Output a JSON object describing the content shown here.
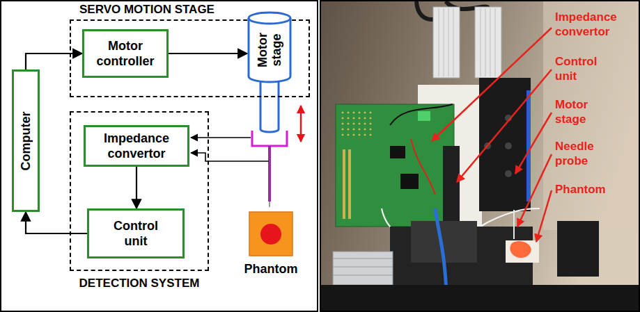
{
  "diagram": {
    "nodes": [
      {
        "text": [
          "SERVO MOTION STAGE"
        ]
      },
      {
        "text": [
          "Motor controller"
        ],
        "in": 0
      },
      {
        "text": [
          "Motor stage"
        ],
        "in": 0
      },
      {
        "text": [
          "Computer"
        ]
      },
      {
        "text": [
          "DETECTION SYSTEM"
        ]
      },
      {
        "text": [
          "Impedance convertor"
        ],
        "in": 4
      },
      {
        "text": [
          "Control unit"
        ],
        "in": 4
      },
      {
        "text": [
          "Phantom"
        ]
      }
    ],
    "edges": [
      {
        "from": 3,
        "to": 1,
        "arrow": "to"
      },
      {
        "from": 1,
        "to": 2,
        "arrow": "to"
      },
      {
        "from": 5,
        "to": 6,
        "arrow": "to"
      },
      {
        "from": 6,
        "to": 3,
        "arrow": "to"
      }
    ],
    "labels": [
      "Impedance convertor",
      "Control unit",
      "Motor stage",
      "Needle probe",
      "Phantom"
    ]
  }
}
